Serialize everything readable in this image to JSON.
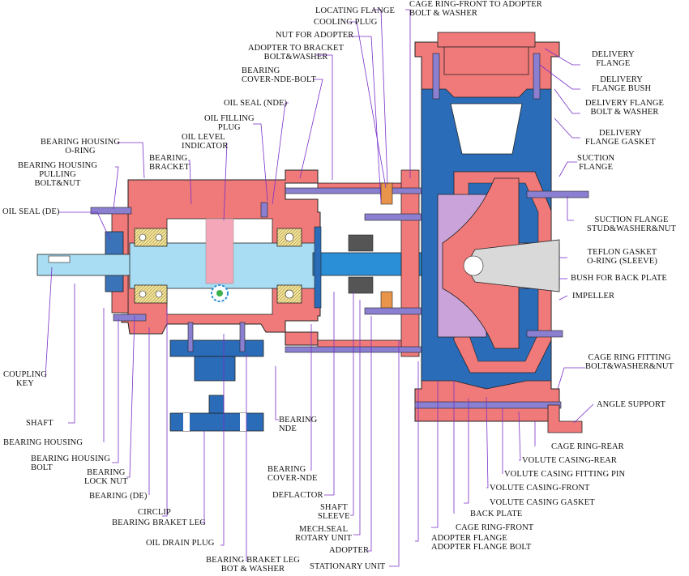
{
  "labels": {
    "locating_flange": "LOCATING FLANGE",
    "cage_ring_front_to_adopter": [
      "CAGE RING-FRONT TO ADOPTER",
      "BOLT & WASHER"
    ],
    "cooling_plug": "COOLING PLUG",
    "nut_for_adopter": "NUT FOR ADOPTER",
    "adopter_to_bracket": [
      "ADOPTER TO BRACKET",
      "BOLT&WASHER"
    ],
    "bearing_cover_nde_bolt": [
      "BEARING",
      "COVER-NDE-BOLT"
    ],
    "oil_seal_nde": "OIL SEAL (NDE)",
    "oil_filling_plug": [
      "OIL FILLING",
      "PLUG"
    ],
    "oil_level_indicator": [
      "OIL LEVEL",
      "INDICATOR"
    ],
    "bearing_bracket": [
      "BEARING",
      "BRACKET"
    ],
    "bearing_housing_oring": [
      "BEARING HOUSING",
      "O-RING"
    ],
    "bearing_housing_pulling": [
      "BEARING HOUSING",
      "PULLING",
      "BOLT&NUT"
    ],
    "oil_seal_de": "OIL SEAL (DE)",
    "coupling_key": [
      "COUPLING",
      "KEY"
    ],
    "shaft": "SHAFT",
    "bearing_housing": "BEARING HOUSING",
    "bearing_housing_bolt": [
      "BEARING HOUSING",
      "BOLT"
    ],
    "bearing_lock_nut": [
      "BEARING",
      "LOCK NUT"
    ],
    "bearing_de": "BEARING (DE)",
    "circlip": "CIRCLIP",
    "bearing_braket_leg": "BEARING BRAKET LEG",
    "oil_drain_plug": "OIL DRAIN PLUG",
    "bearing_braket_leg_bolt": [
      "BEARING BRAKET LEG",
      "BOT & WASHER"
    ],
    "bearing_nde": [
      "BEARING",
      "NDE"
    ],
    "bearing_cover_nde": [
      "BEARING",
      "COVER-NDE"
    ],
    "deflactor": "DEFLACTOR",
    "shaft_sleeve": [
      "SHAFT",
      "SLEEVE"
    ],
    "mech_seal_rotary": [
      "MECH.SEAL",
      "ROTARY UNIT"
    ],
    "adopter": "ADOPTER",
    "stationary_unit": "STATIONARY UNIT",
    "adopter_flange": [
      "ADOPTER FLANGE",
      "ADOPTER FLANGE BOLT"
    ],
    "cage_ring_front": "CAGE RING-FRONT",
    "back_plate": "BACK PLATE",
    "volute_casing_gasket": "VOLUTE CASING GASKET",
    "volute_casing_front": "VOLUTE CASING-FRONT",
    "volute_casing_fitting_pin": "VOLUTE CASING FITTING PIN",
    "volute_casing_rear": "VOLUTE CASING-REAR",
    "cage_ring_rear": "CAGE RING-REAR",
    "angle_support": "ANGLE SUPPORT",
    "cage_ring_fitting": [
      "CAGE RING FITTING",
      "BOLT&WASHER&NUT"
    ],
    "impeller": "IMPELLER",
    "bush_for_back_plate": "BUSH FOR BACK PLATE",
    "teflon_gasket": [
      "TEFLON GASKET",
      "O-RING (SLEEVE)"
    ],
    "suction_flange_stud": [
      "SUCTION FLANGE",
      "STUD&WASHER&NUT"
    ],
    "suction_flange": [
      "SUCTION",
      "FLANGE"
    ],
    "delivery_flange_gasket": [
      "DELIVERY",
      "FLANGE GASKET"
    ],
    "delivery_flange_bolt": [
      "DELIVERY FLANGE",
      "BOLT & WASHER"
    ],
    "delivery_flange_bush": [
      "DELIVERY",
      "FLANGE BUSH"
    ],
    "delivery_flange": [
      "DELIVERY",
      "FLANGE"
    ]
  },
  "colors": {
    "casing_red": "#f07a7a",
    "lining_blue": "#2a6cb8",
    "shaft_blue": "#a9ddf3",
    "bearing_yellow": "#f3e39a",
    "pink": "#f4a7b9",
    "lavender": "#c9a3d9",
    "bolt_purple": "#8a7fd0",
    "leader_purple": "#7a2fc9",
    "teflon_grey": "#d9d9d9"
  }
}
